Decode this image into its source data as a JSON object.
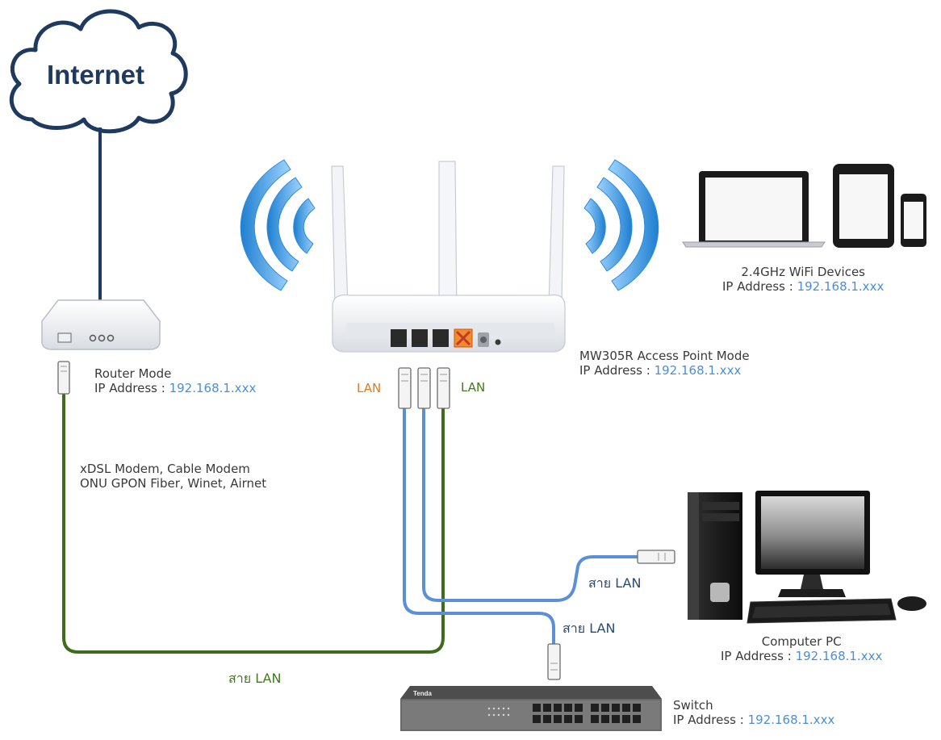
{
  "internet": {
    "label": "Internet"
  },
  "router": {
    "name": "Router Mode",
    "ip_prefix": "IP Address :",
    "ip": "192.168.1.xxx",
    "modem_line1": "xDSL Modem, Cable Modem",
    "modem_line2": "ONU GPON Fiber, Winet, Airnet"
  },
  "access_point": {
    "name": "MW305R Access Point Mode",
    "ip_prefix": "IP Address :",
    "ip": "192.168.1.xxx",
    "lan_left": "LAN",
    "lan_right": "LAN"
  },
  "wifi_devices": {
    "name": "2.4GHz WiFi Devices",
    "ip_prefix": "IP Address :",
    "ip": "192.168.1.xxx"
  },
  "computer": {
    "name": "Computer PC",
    "ip_prefix": "IP Address :",
    "ip": "192.168.1.xxx"
  },
  "switch": {
    "name": "Switch",
    "ip_prefix": "IP Address :",
    "ip": "192.168.1.xxx",
    "brand": "Tenda"
  },
  "cables": {
    "to_pc": "สาย LAN",
    "to_switch": "สาย LAN",
    "router_to_ap": "สาย LAN"
  },
  "colors": {
    "cloud": "#1f3a5f",
    "wifi": "#3f9be0",
    "cable_blue": "#5b8fd6",
    "cable_green": "#3f6b1c",
    "ip_text": "#4a8fd6"
  }
}
